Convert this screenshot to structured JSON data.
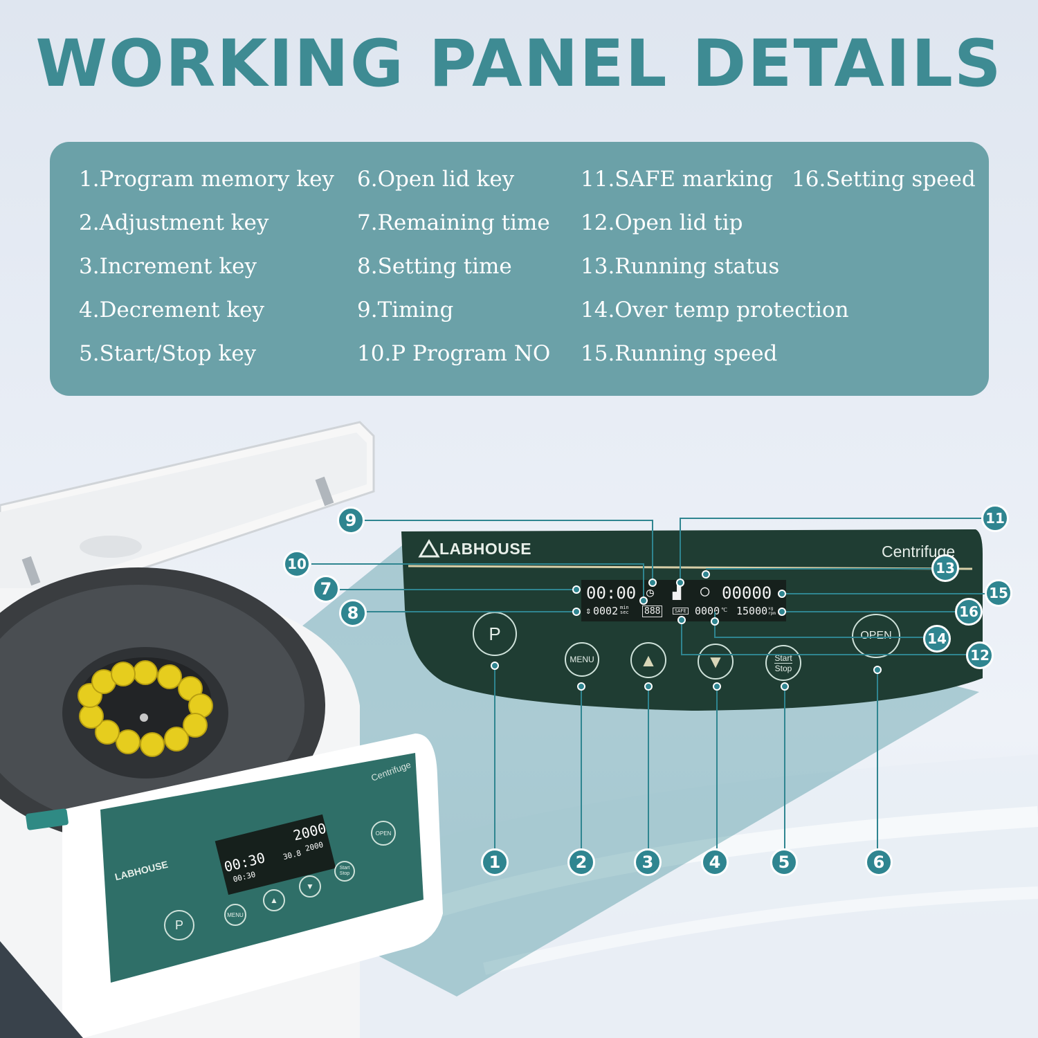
{
  "title": "WORKING PANEL DETAILS",
  "legend": [
    "1.Program memory key",
    "2.Adjustment key",
    "3.Increment key",
    "4.Decrement key",
    "5.Start/Stop key",
    "6.Open lid key",
    "7.Remaining time",
    "8.Setting time",
    "9.Timing",
    "10.P Program NO",
    "11.SAFE marking",
    "12.Open lid tip",
    "13.Running status",
    "14.Over temp protection",
    "15.Running speed",
    "16.Setting speed"
  ],
  "panel": {
    "brand": "LABHOUSE",
    "product": "Centrifuge",
    "lcd": {
      "remaining_time": "00:00",
      "setting_time": "0002",
      "time_units": "min sec",
      "program_no": "888",
      "safe": "SAFE",
      "temp": "0000",
      "temp_unit": "℃",
      "running_speed": "00000",
      "setting_speed": "15000",
      "speed_units": "xg rpm"
    },
    "keys": {
      "program": "P",
      "menu": "MENU",
      "start": "Start",
      "stop": "Stop",
      "open": "OPEN"
    }
  },
  "machine": {
    "brand": "LABHOUSE",
    "product": "Centrifuge",
    "lcd": {
      "remaining_time": "00:30",
      "setting_time": "00:30",
      "running_speed": "2000",
      "temp": "30.8",
      "setting_speed": "2000"
    },
    "keys": {
      "program": "P",
      "menu": "MENU",
      "start": "Start",
      "stop": "Stop",
      "open": "OPEN"
    }
  },
  "callouts": [
    "1",
    "2",
    "3",
    "4",
    "5",
    "6",
    "7",
    "8",
    "9",
    "10",
    "11",
    "12",
    "13",
    "14",
    "15",
    "16"
  ]
}
